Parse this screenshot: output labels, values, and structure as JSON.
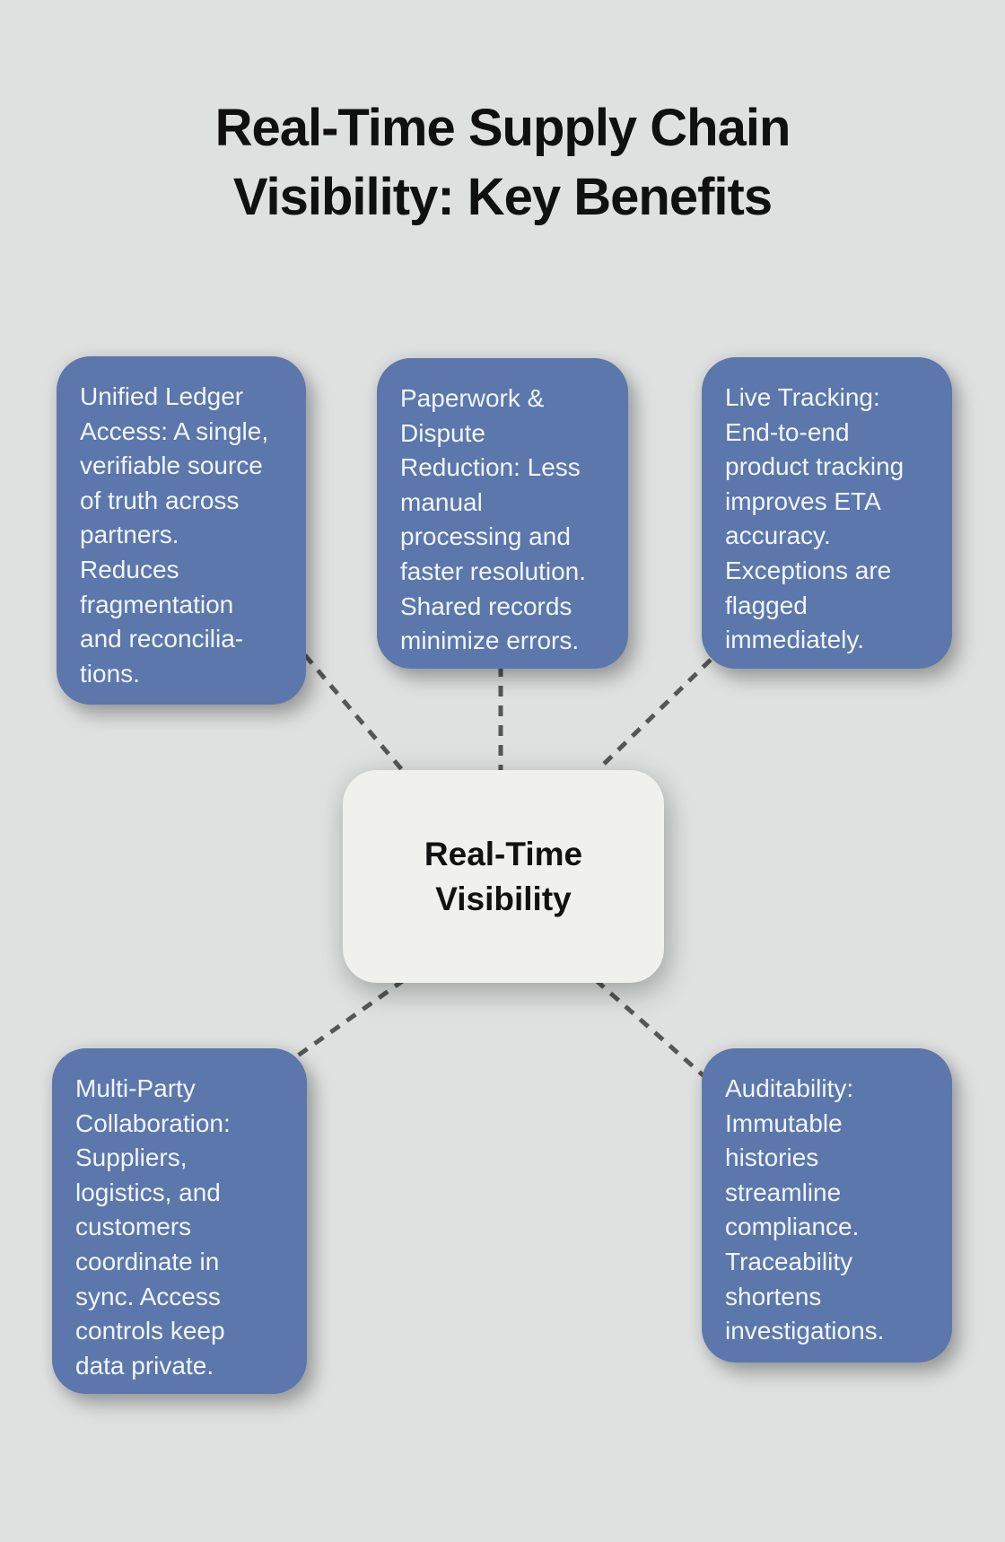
{
  "title": "Real-Time Supply Chain\nVisibility: Key Benefits",
  "center_node": {
    "label": "Real-Time\nVisibility"
  },
  "benefit_cards": [
    {
      "name": "unified-ledger-access",
      "text": "Unified Ledger\nAccess: A single,\nverifiable source\nof truth across\npartners.\nReduces\nfragmentation\nand reconcilia-\ntions."
    },
    {
      "name": "paperwork-dispute-reduction",
      "text": "Paperwork &\nDispute\nReduction: Less\nmanual\nprocessing and\nfaster resolution.\nShared records\nminimize errors."
    },
    {
      "name": "live-tracking",
      "text": "Live Tracking:\nEnd-to-end\nproduct tracking\nimproves ETA\naccuracy.\nExceptions are\nflagged\nimmediately."
    },
    {
      "name": "multi-party-collaboration",
      "text": "Multi-Party\nCollaboration:\nSuppliers,\nlogistics, and\ncustomers\ncoordinate in\nsync. Access\ncontrols keep\ndata private."
    },
    {
      "name": "auditability",
      "text": "Auditability:\nImmutable\nhistories\nstreamline\ncompliance.\nTraceability\nshortens\ninvestigations."
    }
  ],
  "diagram": {
    "type": "hub-and-spoke",
    "hub": "Real-Time Visibility",
    "spokes": [
      "Unified Ledger Access",
      "Paperwork & Dispute Reduction",
      "Live Tracking",
      "Multi-Party Collaboration",
      "Auditability"
    ],
    "connector_style": "dashed"
  },
  "colors": {
    "background": "#dfe1e0",
    "card_fill": "#5b77ac",
    "card_text": "#f2f5f9",
    "center_fill": "#f0f1ef",
    "title_text": "#101010",
    "connector": "#555755"
  }
}
